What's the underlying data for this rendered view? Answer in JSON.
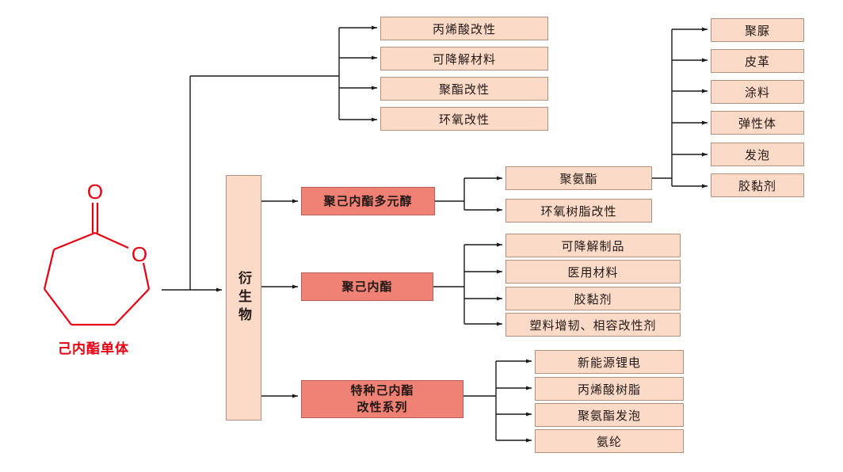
{
  "monomer": {
    "label": "己内酯单体",
    "atom_carbonyl_o": "O",
    "atom_ring_o": "O",
    "color": "#e60012"
  },
  "hub": {
    "label": "衍生物"
  },
  "top_group": {
    "items": [
      "丙烯酸改性",
      "可降解材料",
      "聚酯改性",
      "环氧改性"
    ]
  },
  "groups": [
    {
      "label": "聚己内酯多元醇",
      "items": [
        "聚氨酯",
        "环氧树脂改性"
      ],
      "polyurethane_uses": [
        "聚脲",
        "皮革",
        "涂料",
        "弹性体",
        "发泡",
        "胶黏剂"
      ]
    },
    {
      "label": "聚己内酯",
      "items": [
        "可降解制品",
        "医用材料",
        "胶黏剂",
        "塑料增韧、相容改性剂"
      ]
    },
    {
      "label_line1": "特种己内酯",
      "label_line2": "改性系列",
      "items": [
        "新能源锂电",
        "丙烯酸树脂",
        "聚氨酯发泡",
        "氨纶"
      ]
    }
  ],
  "colors": {
    "light_box": "#fbdbc8",
    "dark_box": "#ef8175",
    "line": "#1a1a1a"
  }
}
